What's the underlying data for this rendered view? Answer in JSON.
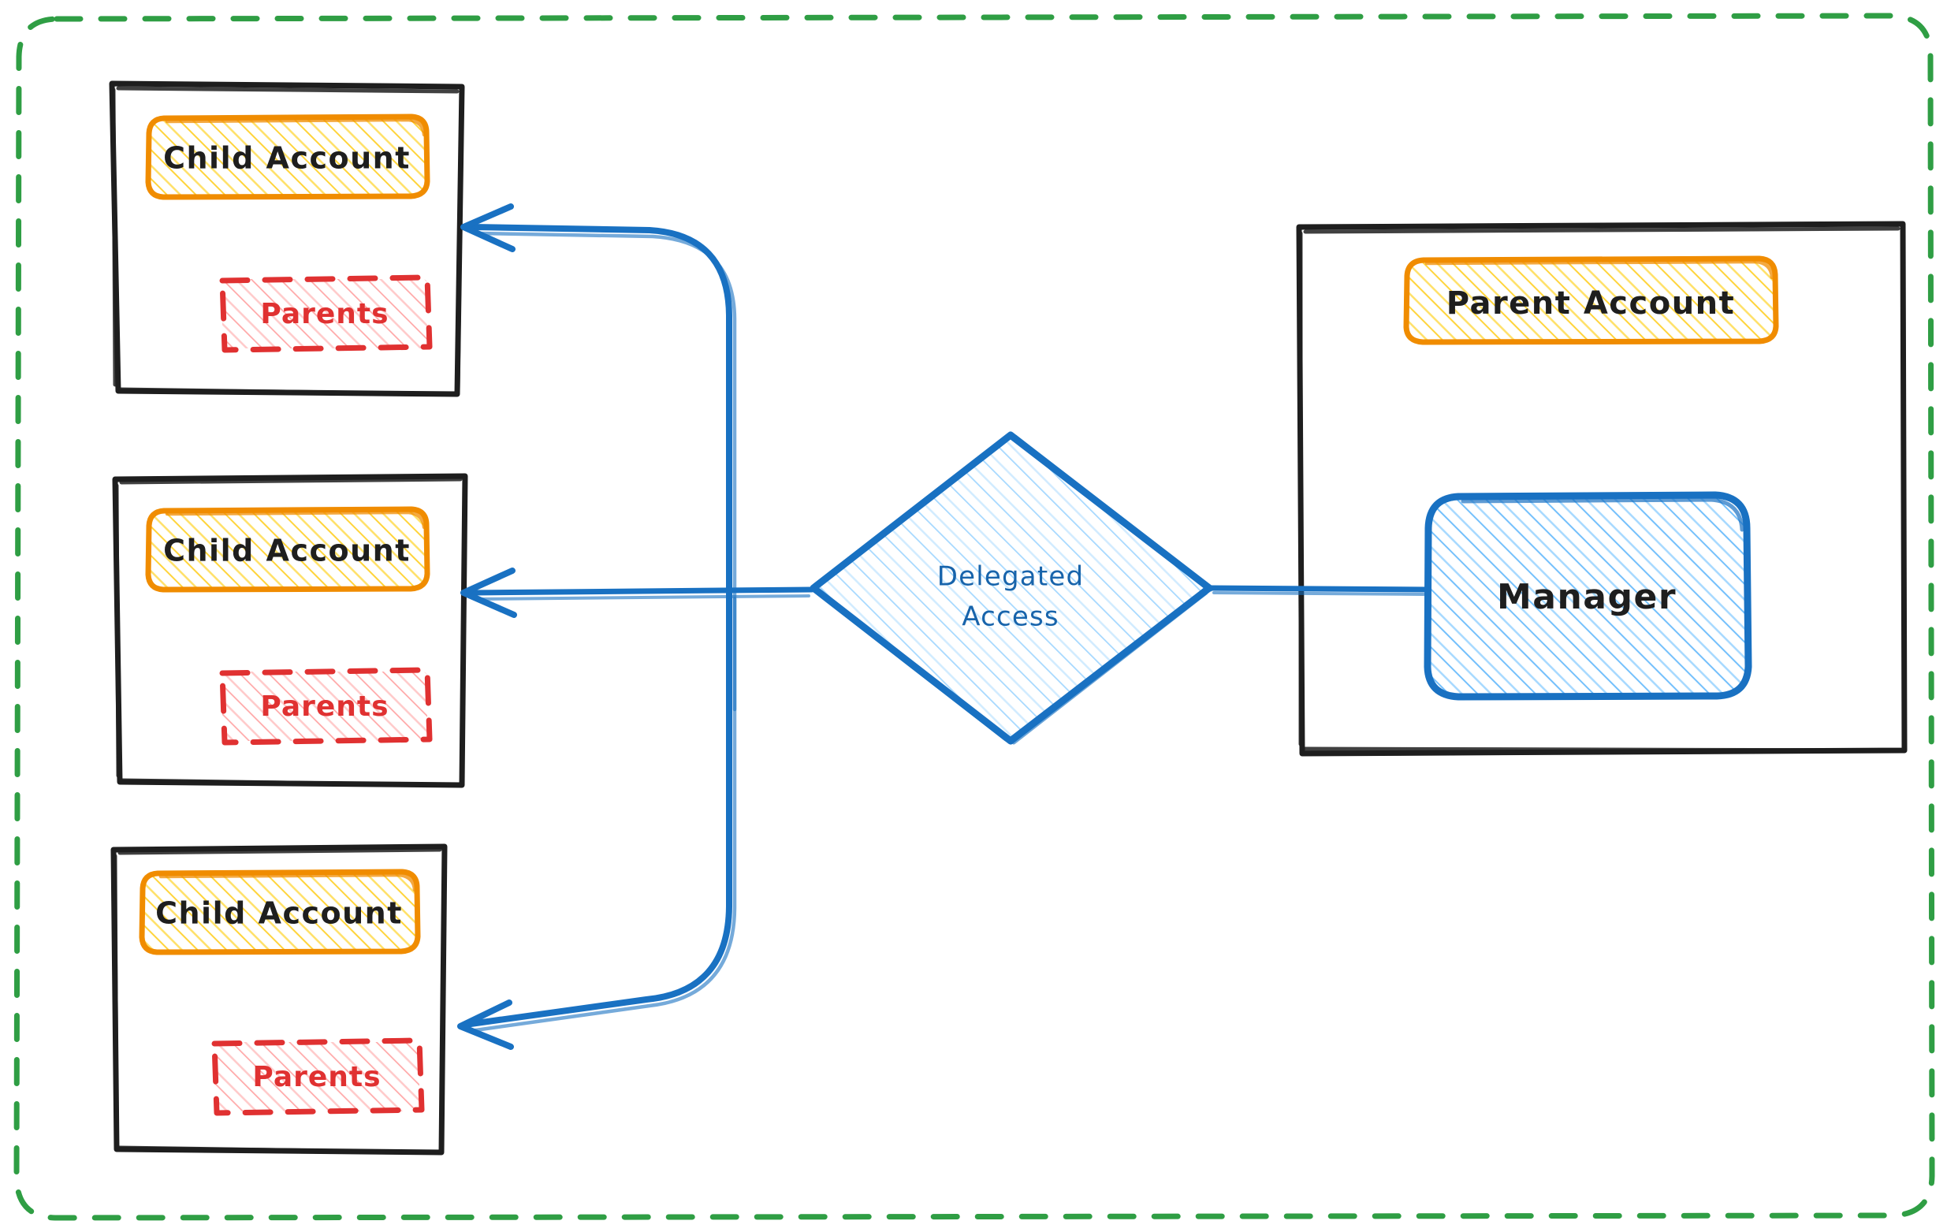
{
  "diagram": {
    "title": "Delegated Access",
    "type": "architecture-diagram",
    "style": "hand-drawn",
    "background": "#ffffff"
  },
  "colors": {
    "boundary_green": "#2f9e44",
    "container_black": "#1e1e1e",
    "account_orange": "#f08c00",
    "account_fill": "#ffec99",
    "parents_red": "#e03131",
    "parents_fill": "#ffc9c9",
    "arrow_blue": "#1971c2",
    "manager_fill": "#a5d8ff",
    "diamond_fill": "#d0ebff",
    "text_dark": "#1e1e1e",
    "text_blue": "#1864ab"
  },
  "boundary": {
    "name": "organization-boundary",
    "border_style": "dashed",
    "border_color": "#2f9e44",
    "label": ""
  },
  "child_accounts": [
    {
      "id": "child-1",
      "container_label": "",
      "account_label": "Child Account",
      "parents_label": "Parents"
    },
    {
      "id": "child-2",
      "container_label": "",
      "account_label": "Child Account",
      "parents_label": "Parents"
    },
    {
      "id": "child-3",
      "container_label": "",
      "account_label": "Child Account",
      "parents_label": "Parents"
    }
  ],
  "parent_account": {
    "id": "parent-1",
    "container_label": "",
    "account_label": "Parent Account",
    "manager_label": "Manager"
  },
  "decision": {
    "id": "delegated-access",
    "label_line1": "Delegated",
    "label_line2": "Access",
    "shape": "diamond"
  },
  "connections": [
    {
      "from": "delegated-access",
      "to": "child-1",
      "direction": "to-child",
      "arrow": true
    },
    {
      "from": "delegated-access",
      "to": "child-2",
      "direction": "to-child",
      "arrow": true
    },
    {
      "from": "delegated-access",
      "to": "child-3",
      "direction": "to-child",
      "arrow": true
    },
    {
      "from": "manager",
      "to": "delegated-access",
      "direction": "to-diamond",
      "arrow": false
    }
  ]
}
